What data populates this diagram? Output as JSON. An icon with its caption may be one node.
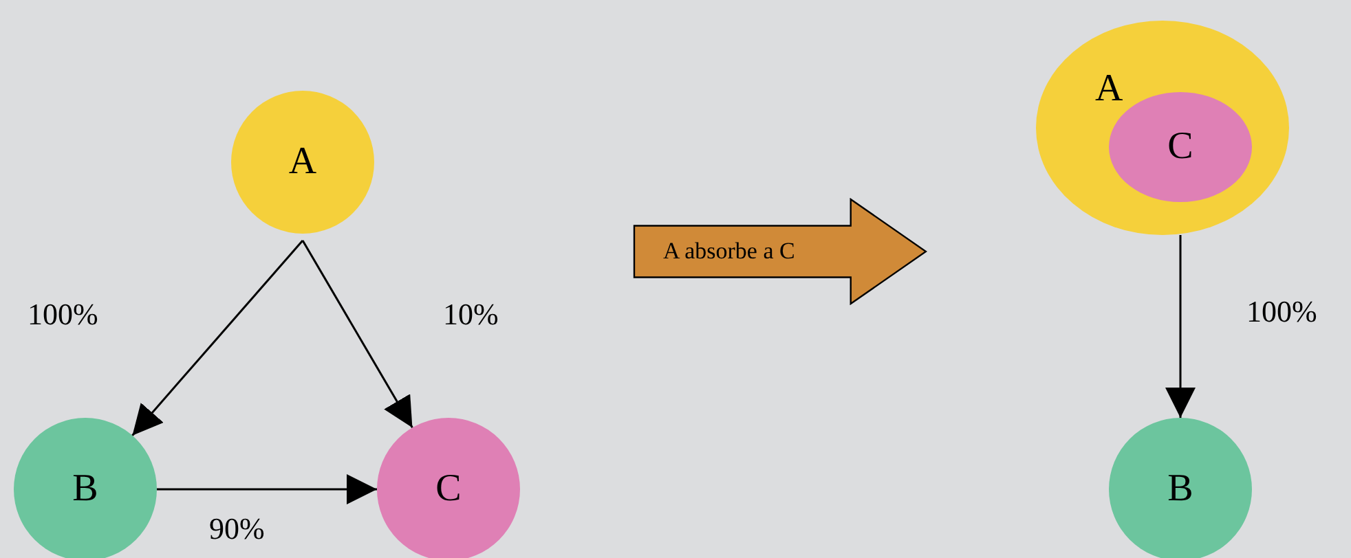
{
  "diagram": {
    "nodes": [
      {
        "text": [
          "A"
        ]
      },
      {
        "text": [
          "B"
        ]
      },
      {
        "text": [
          "C"
        ]
      },
      {
        "text": [
          "A absorbe a C"
        ]
      },
      {
        "text": [
          "A"
        ]
      },
      {
        "text": [
          "C"
        ],
        "in": 4
      },
      {
        "text": [
          "B"
        ]
      }
    ],
    "edges": [
      {
        "from": 0,
        "to": 1,
        "arrow": "to",
        "label": "100%"
      },
      {
        "from": 0,
        "to": 2,
        "arrow": "to",
        "label": "10%"
      },
      {
        "from": 1,
        "to": 2,
        "arrow": "to",
        "label": "90%"
      },
      {
        "from": 4,
        "to": 6,
        "arrow": "to",
        "label": "100%"
      }
    ]
  }
}
